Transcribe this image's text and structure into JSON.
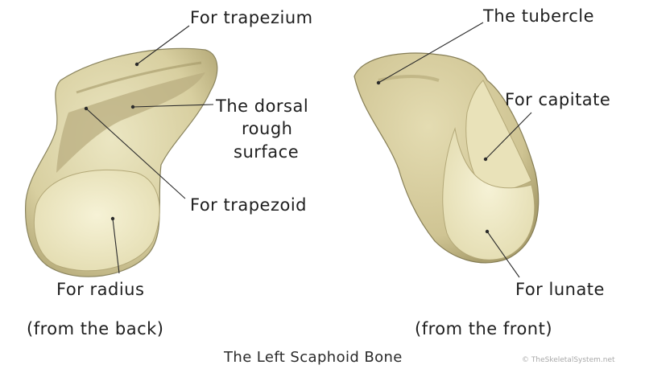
{
  "title": "The Left Scaphoid Bone",
  "watermark": "© TheSkeletalSystem.net",
  "views": [
    {
      "caption": "(from the back)",
      "labels": {
        "trapezium": "For trapezium",
        "dorsal_line1": "The dorsal",
        "dorsal_line2": "rough",
        "dorsal_line3": "surface",
        "trapezoid": "For trapezoid",
        "radius": "For radius"
      }
    },
    {
      "caption": "(from the front)",
      "labels": {
        "tubercle": "The tubercle",
        "capitate": "For capitate",
        "lunate": "For lunate"
      }
    }
  ],
  "colors": {
    "bone_fill": "#e9e3b8",
    "bone_shadow": "#c9bf8e",
    "bone_outline": "#7a7450",
    "facet_fill": "#f3efcd",
    "leader_line": "#2b2b2b"
  }
}
